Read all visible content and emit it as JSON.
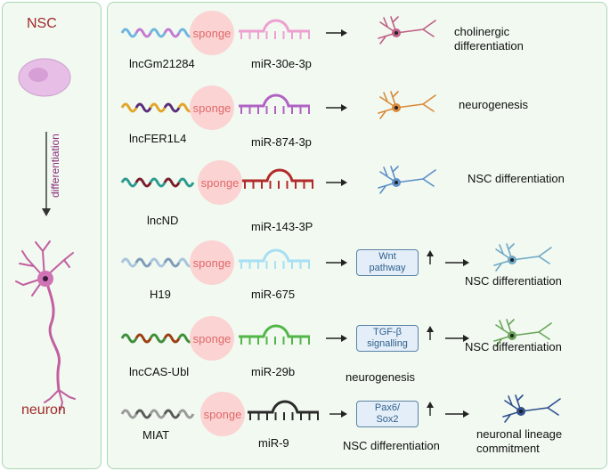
{
  "left": {
    "nsc_label": "NSC",
    "arrow_label": "differentiation",
    "neuron_label": "neuron"
  },
  "sponge_label": "sponge",
  "rows": [
    {
      "lnc": "lncGm21284",
      "mir": "miR-30e-3p",
      "outcome": "cholinergic\ndifferentiation",
      "lnc_colors": [
        "#6fb6df",
        "#c37ad2"
      ],
      "mir_color": "#ef9fd0"
    },
    {
      "lnc": "lncFER1L4",
      "mir": "miR-874-3p",
      "outcome": "neurogenesis",
      "lnc_colors": [
        "#e2a52a",
        "#5a2d7a"
      ],
      "mir_color": "#b062c4"
    },
    {
      "lnc": "lncND",
      "mir": "miR-143-3P",
      "outcome": "NSC differentiation",
      "lnc_colors": [
        "#2b9b8f",
        "#7a1f2d"
      ],
      "mir_color": "#b32a2a"
    },
    {
      "lnc": "H19",
      "mir": "miR-675",
      "pathway": "Wnt\npathway",
      "outcome": "NSC differentiation",
      "lnc_colors": [
        "#a9c5dc",
        "#7f9bb8"
      ],
      "mir_color": "#a7dff4"
    },
    {
      "lnc": "lncCAS-Ubl",
      "mir": "miR-29b",
      "pathway": "TGF-β\nsignalling",
      "outcome": "NSC differentiation",
      "side_label": "neurogenesis",
      "lnc_colors": [
        "#3f8f3a",
        "#9b3f12"
      ],
      "mir_color": "#51b647"
    },
    {
      "lnc": "MIAT",
      "mir": "miR-9",
      "pathway": "Pax6/\nSox2",
      "outcome": "neuronal lineage\ncommitment",
      "side_label": "NSC differentiation",
      "lnc_colors": [
        "#9a9a9a",
        "#5a5a5a"
      ],
      "mir_color": "#2a2a2a"
    }
  ]
}
